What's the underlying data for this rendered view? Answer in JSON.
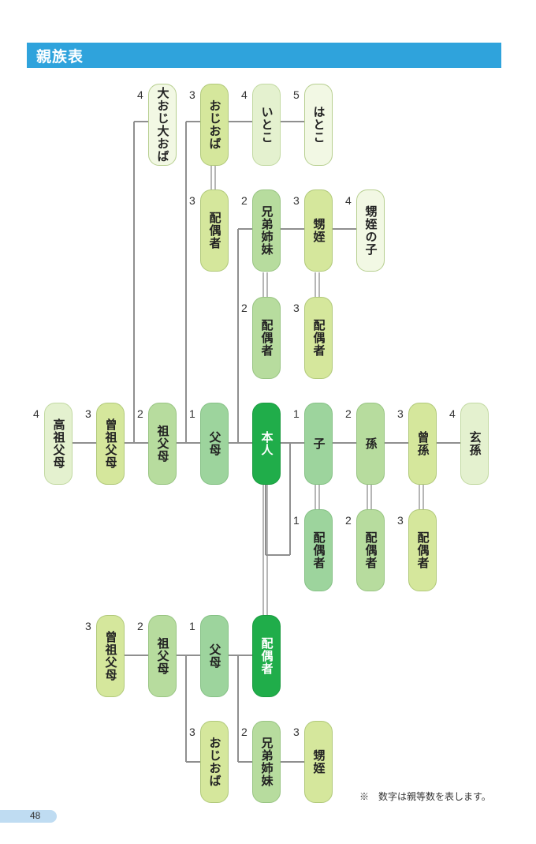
{
  "title": "親族表",
  "note": "※　数字は親等数を表します。",
  "page_number": "48",
  "nodes": {
    "oo_oji_oba": {
      "label": "大おじ大おば",
      "degree": "4"
    },
    "oji_oba": {
      "label": "おじおば",
      "degree": "3"
    },
    "itoko": {
      "label": "いとこ",
      "degree": "4"
    },
    "hatoko": {
      "label": "はとこ",
      "degree": "5"
    },
    "oji_oba_spouse": {
      "label": "配偶者",
      "degree": "3"
    },
    "siblings": {
      "label": "兄弟姉妹",
      "degree": "2"
    },
    "oi_mei": {
      "label": "甥姪",
      "degree": "3"
    },
    "oi_mei_child": {
      "label": "甥姪の子",
      "degree": "4"
    },
    "siblings_spouse": {
      "label": "配偶者",
      "degree": "2"
    },
    "oi_mei_spouse": {
      "label": "配偶者",
      "degree": "3"
    },
    "koso_fubo": {
      "label": "高祖父母",
      "degree": "4"
    },
    "sou_sofubo": {
      "label": "曾祖父母",
      "degree": "3"
    },
    "sofubo": {
      "label": "祖父母",
      "degree": "2"
    },
    "fubo": {
      "label": "父母",
      "degree": "1"
    },
    "self": {
      "label": "本人",
      "degree": ""
    },
    "child": {
      "label": "子",
      "degree": "1"
    },
    "grandchild": {
      "label": "孫",
      "degree": "2"
    },
    "great_grandchild": {
      "label": "曾孫",
      "degree": "3"
    },
    "gensun": {
      "label": "玄孫",
      "degree": "4"
    },
    "child_spouse": {
      "label": "配偶者",
      "degree": "1"
    },
    "grandchild_spouse": {
      "label": "配偶者",
      "degree": "2"
    },
    "great_grandchild_spouse": {
      "label": "配偶者",
      "degree": "3"
    },
    "spouse_sou_sofubo": {
      "label": "曾祖父母",
      "degree": "3"
    },
    "spouse_sofubo": {
      "label": "祖父母",
      "degree": "2"
    },
    "spouse_fubo": {
      "label": "父母",
      "degree": "1"
    },
    "spouse": {
      "label": "配偶者",
      "degree": ""
    },
    "spouse_oji_oba": {
      "label": "おじおば",
      "degree": "3"
    },
    "spouse_siblings": {
      "label": "兄弟姉妹",
      "degree": "2"
    },
    "spouse_oi_mei": {
      "label": "甥姪",
      "degree": "3"
    }
  }
}
